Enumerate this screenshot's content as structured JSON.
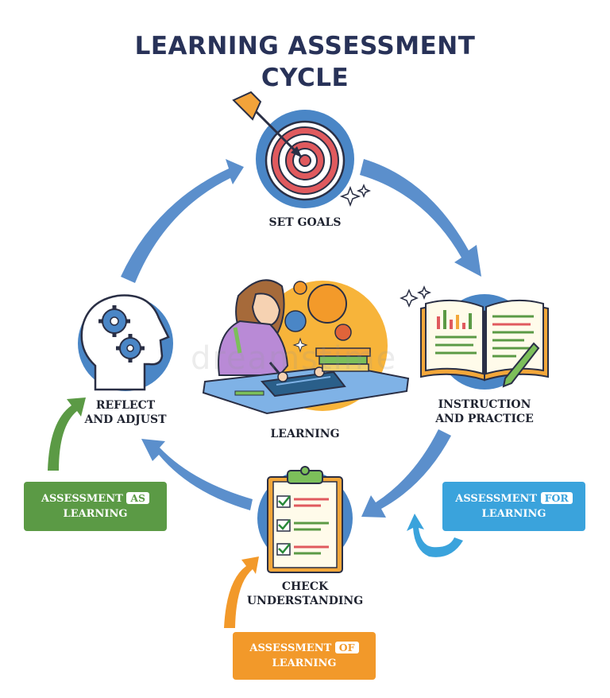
{
  "title": {
    "line1": "LEARNING ASSESSMENT",
    "line2": "CYCLE"
  },
  "watermark": "dreamstime",
  "stages": {
    "set_goals": "SET GOALS",
    "instruction": {
      "line1": "INSTRUCTION",
      "line2": "AND PRACTICE"
    },
    "check": {
      "line1": "CHECK",
      "line2": "UNDERSTANDING"
    },
    "reflect": {
      "line1": "REFLECT",
      "line2": "AND ADJUST"
    },
    "center": "LEARNING"
  },
  "assessments": {
    "as": {
      "prefix": "ASSESSMENT",
      "highlight": "AS",
      "line2": "LEARNING",
      "color": "#5b9a45"
    },
    "for": {
      "prefix": "ASSESSMENT",
      "highlight": "FOR",
      "line2": "LEARNING",
      "color": "#3aa3dc"
    },
    "of": {
      "prefix": "ASSESSMENT",
      "highlight": "OF",
      "line2": "LEARNING",
      "color": "#f2992a"
    }
  },
  "colors": {
    "cycle_arrow": "#5b8fcc",
    "circle_bg": "#4a86c6",
    "title": "#283258"
  },
  "icons": [
    "target-icon",
    "open-book-icon",
    "clipboard-checklist-icon",
    "head-gears-icon",
    "student-studying-illustration"
  ]
}
